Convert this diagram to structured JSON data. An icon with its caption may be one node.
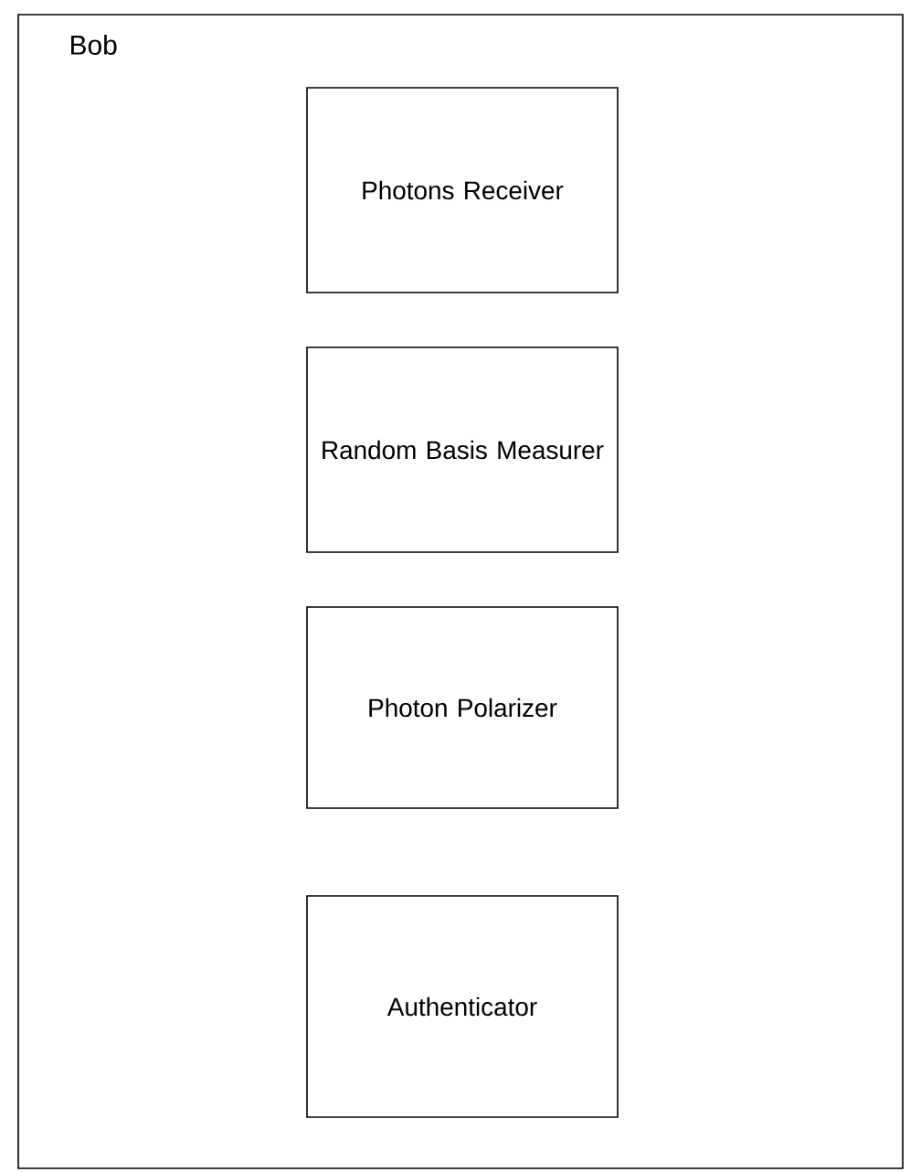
{
  "diagram": {
    "nodes": [
      {
        "text": [
          "Bob"
        ]
      },
      {
        "text": [
          "Photons Receiver"
        ],
        "in": 0
      },
      {
        "text": [
          "Random Basis Measurer"
        ],
        "in": 0
      },
      {
        "text": [
          "Photon Polarizer"
        ],
        "in": 0
      },
      {
        "text": [
          "Authenticator"
        ],
        "in": 0
      }
    ]
  }
}
